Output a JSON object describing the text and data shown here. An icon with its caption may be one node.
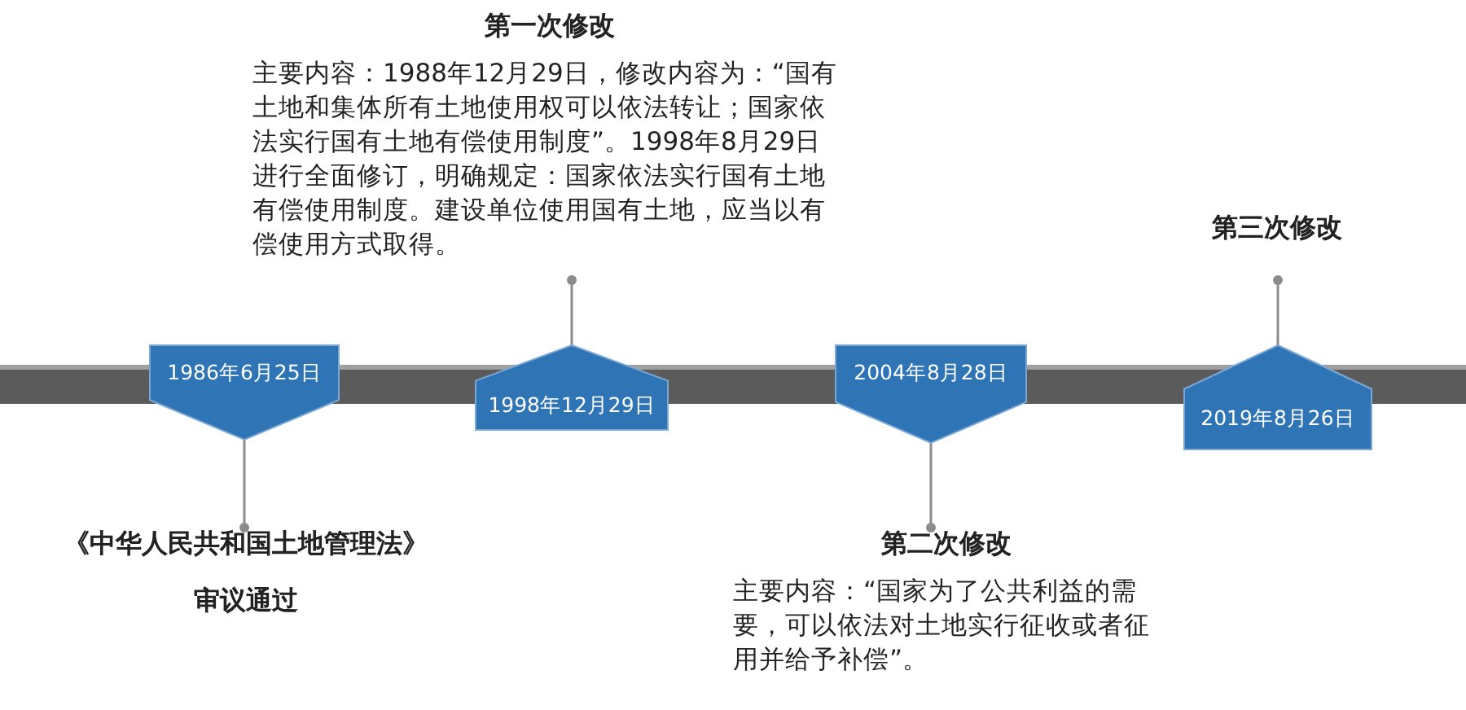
{
  "diagram": {
    "nodes": [
      {
        "text": [
          "1986年6月25日"
        ]
      },
      {
        "text": [
          "《中华人民共和国土地管理法》",
          "审议通过"
        ]
      },
      {
        "text": [
          "1998年12月29日"
        ]
      },
      {
        "text": [
          "第一次修改",
          "主要内容：1988年12月29日，修改内容为：“国有土地和集体所有土地使用权可以依法转让；国家依法实行国有土地有偿使用制度”。1998年8月29日进行全面修订，明确规定：国家依法实行国有土地有偿使用制度。建设单位使用国有土地，应当以有偿使用方式取得。"
        ]
      },
      {
        "text": [
          "2004年8月28日"
        ]
      },
      {
        "text": [
          "第二次修改",
          "主要内容：“国家为了公共利益的需要，可以依法对土地实行征收或者征用并给予补偿”。"
        ]
      },
      {
        "text": [
          "2019年8月26日"
        ]
      },
      {
        "text": [
          "第三次修改"
        ]
      }
    ],
    "edges": [
      {
        "from": 0,
        "to": 1,
        "arrow": "other"
      },
      {
        "from": 2,
        "to": 3,
        "arrow": "other"
      },
      {
        "from": 4,
        "to": 5,
        "arrow": "other"
      },
      {
        "from": 6,
        "to": 7,
        "arrow": "other"
      }
    ]
  }
}
